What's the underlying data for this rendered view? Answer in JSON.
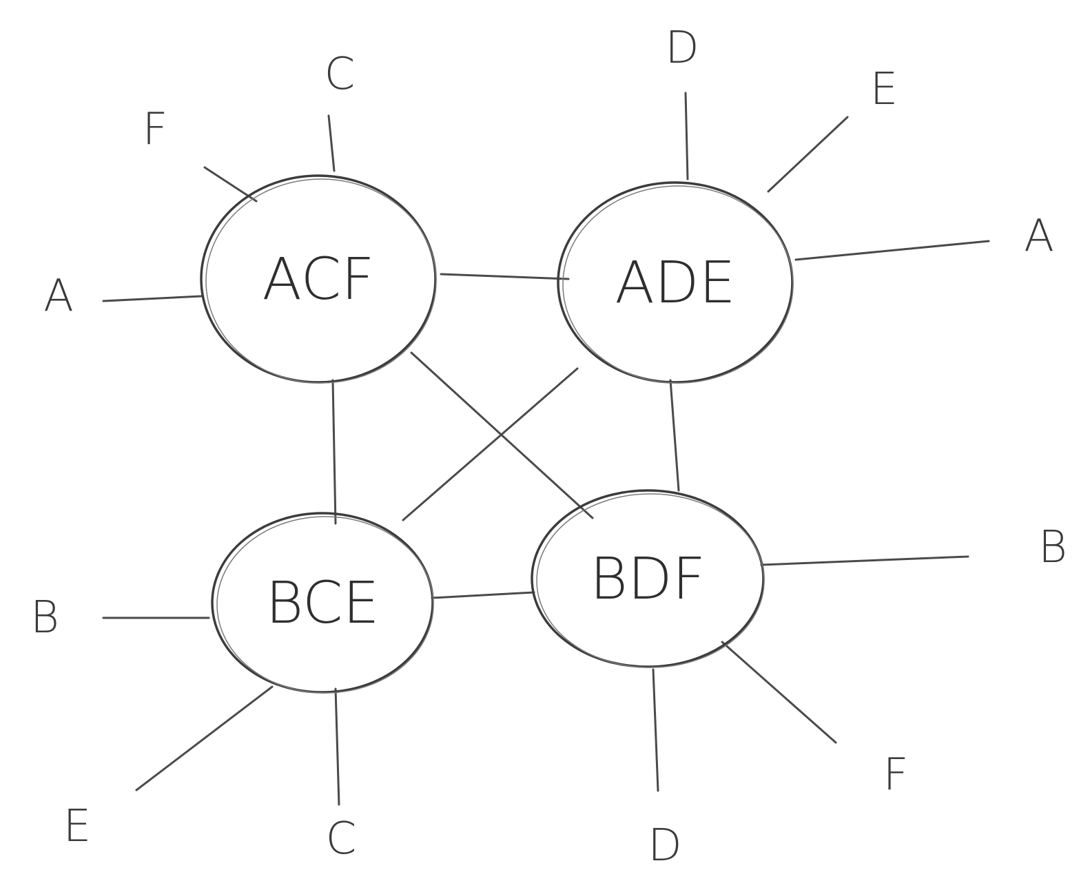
{
  "nodes": [
    {
      "id": "ACF",
      "label": "ACF"
    },
    {
      "id": "ADE",
      "label": "ADE"
    },
    {
      "id": "BCE",
      "label": "BCE"
    },
    {
      "id": "BDF",
      "label": "BDF"
    }
  ],
  "edges": [
    {
      "from": "ACF",
      "to": "ADE"
    },
    {
      "from": "ACF",
      "to": "BCE"
    },
    {
      "from": "ADE",
      "to": "BDF"
    },
    {
      "from": "BCE",
      "to": "BDF"
    },
    {
      "from": "ACF",
      "to": "BDF"
    },
    {
      "from": "ADE",
      "to": "BCE"
    }
  ],
  "external_connections": [
    {
      "node": "ACF",
      "label": "A"
    },
    {
      "node": "ACF",
      "label": "F"
    },
    {
      "node": "ACF",
      "label": "C"
    },
    {
      "node": "ADE",
      "label": "D"
    },
    {
      "node": "ADE",
      "label": "E"
    },
    {
      "node": "ADE",
      "label": "A"
    },
    {
      "node": "BCE",
      "label": "B"
    },
    {
      "node": "BCE",
      "label": "E"
    },
    {
      "node": "BCE",
      "label": "C"
    },
    {
      "node": "BDF",
      "label": "B"
    },
    {
      "node": "BDF",
      "label": "F"
    },
    {
      "node": "BDF",
      "label": "D"
    }
  ]
}
